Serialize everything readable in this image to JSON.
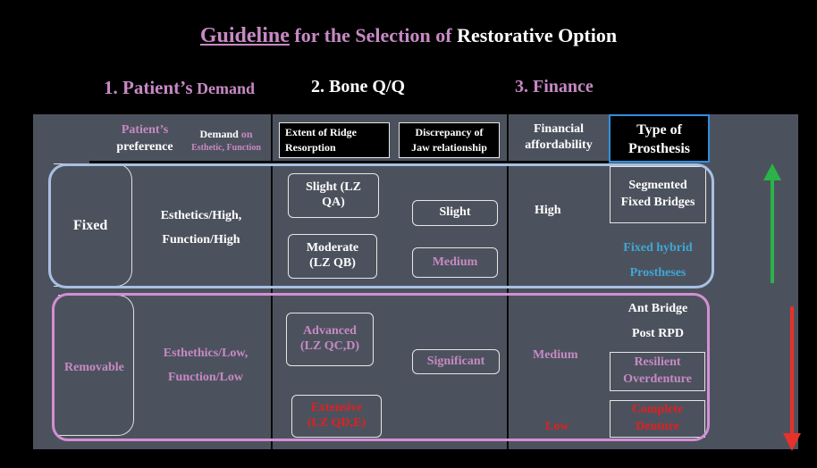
{
  "title": {
    "part1": "Guideline",
    "part2": " for the Selection of ",
    "part3": "Restorative Option"
  },
  "sections": {
    "s1_num": "1. Patient’s",
    "s1_word": " Demand",
    "s2": "2. Bone Q/Q",
    "s3": "3. Finance"
  },
  "headers": {
    "patient_preference_a": "Patient’s",
    "patient_preference_b": "preference",
    "demand_a": "Demand",
    "demand_on": " on",
    "demand_b": "Esthetic, Function",
    "extent_a": "Extent of   Ridge",
    "extent_b": "Resorption",
    "discrepancy_a": "Discrepancy of",
    "discrepancy_b": "Jaw relationship",
    "financial_a": "Financial",
    "financial_b": "affordability",
    "type_a": "Type of",
    "type_b": "Prosthesis"
  },
  "fixed": {
    "label": "Fixed",
    "demand_a": "Esthetics/High,",
    "demand_b": "Function/High",
    "resorption_1a": "Slight  (LZ",
    "resorption_1b": "QA)",
    "resorption_2a": "Moderate",
    "resorption_2b": "(LZ QB)",
    "discrepancy_1": "Slight",
    "discrepancy_2": "Medium",
    "finance": "High",
    "prosthesis_1a": "Segmented",
    "prosthesis_1b": "Fixed Bridges",
    "prosthesis_2a": "Fixed hybrid",
    "prosthesis_2b": "Prostheses"
  },
  "removable": {
    "label": "Removable",
    "demand_a": "Esthethics/Low,",
    "demand_b": "Function/Low",
    "resorption_1a": "Advanced",
    "resorption_1b": "(LZ QC,D)",
    "resorption_2a": "Extensive",
    "resorption_2b": "(LZ QD,E)",
    "discrepancy": "Significant",
    "finance_1": "Medium",
    "finance_2": "Low",
    "prosthesis_1a": "Ant Bridge",
    "prosthesis_1b": "Post RPD",
    "prosthesis_2a": "Resilient",
    "prosthesis_2b": "Overdenture",
    "prosthesis_3a": "Complete",
    "prosthesis_3b": "Denture"
  },
  "colors": {
    "background": "#000000",
    "panel": "#4c525d",
    "pink": "#c789c4",
    "blue": "#3fa7d6",
    "red": "#e02020",
    "arrow_up": "#2bb34a",
    "arrow_down": "#e8312b"
  }
}
